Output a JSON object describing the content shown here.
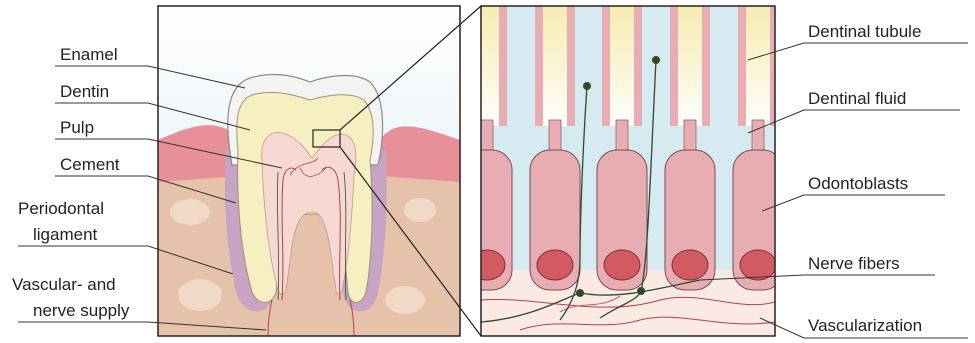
{
  "labels_left": {
    "enamel": "Enamel",
    "dentin": "Dentin",
    "pulp": "Pulp",
    "cement": "Cement",
    "periodontal_line1": "Periodontal",
    "periodontal_line2": "ligament",
    "vascular_line1": "Vascular- and",
    "vascular_line2": "nerve supply"
  },
  "labels_right": {
    "dentinal_tubule": "Dentinal tubule",
    "dentinal_fluid": "Dentinal fluid",
    "odontoblasts": "Odontoblasts",
    "nerve_fibers": "Nerve fibers",
    "vascularization": "Vascularization"
  },
  "colors": {
    "enamel": "#f3f3f1",
    "dentin": "#f6efc2",
    "pulp": "#f7d9d3",
    "gum": "#e8909a",
    "bone": "#e7c2aa",
    "cement_ligament": "#c7a3c4",
    "odontoblast": "#e7adb3",
    "nucleus": "#d25b62",
    "fluid": "#bfe0ea",
    "tubule_fill": "#f6edb4",
    "nerve": "#2f4a2a",
    "vessel": "#b5404a"
  }
}
